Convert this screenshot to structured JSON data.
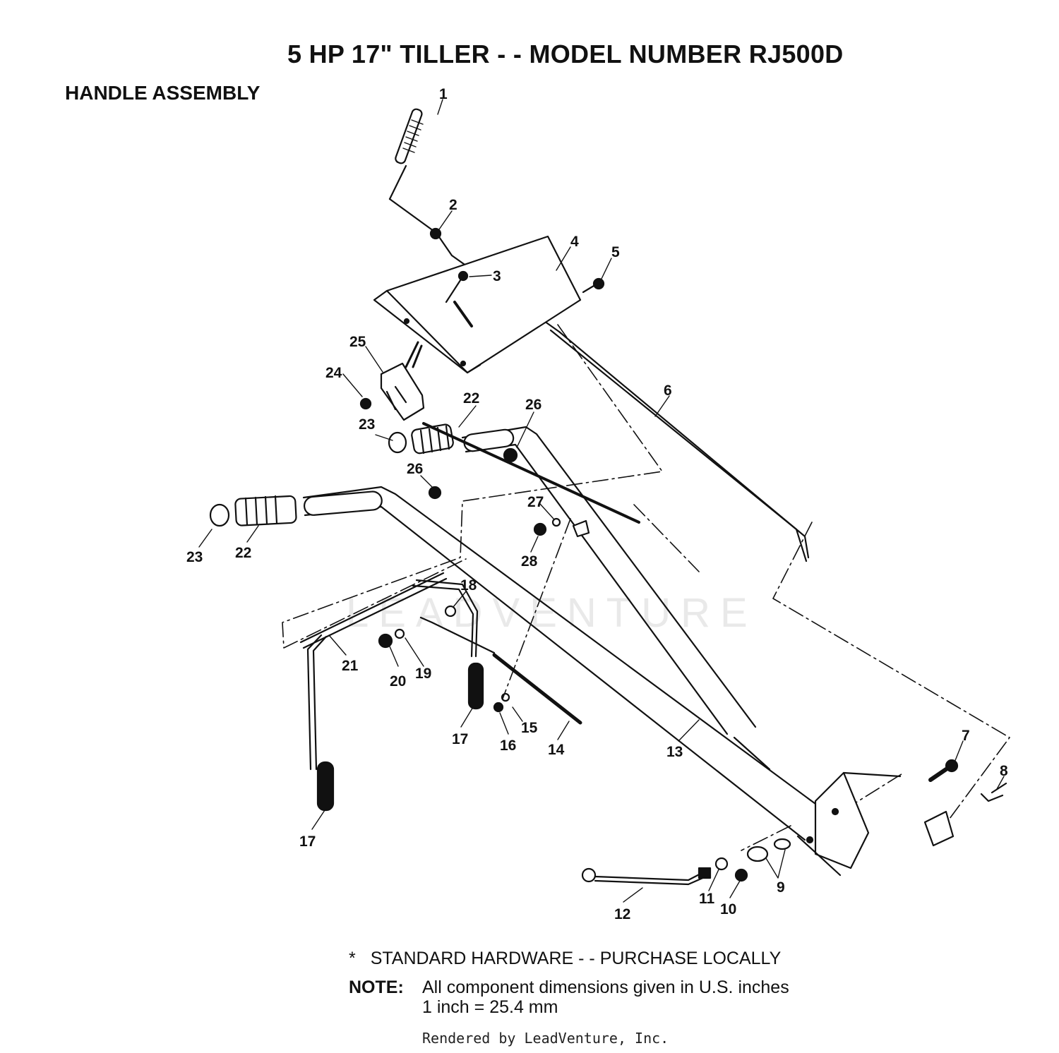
{
  "title": "5 HP 17\" TILLER - - MODEL NUMBER RJ500D",
  "section": "HANDLE ASSEMBLY",
  "watermark": "LEADVENTURE",
  "callouts": [
    {
      "id": "c1",
      "text": "1"
    },
    {
      "id": "c2",
      "text": "2"
    },
    {
      "id": "c3",
      "text": "3"
    },
    {
      "id": "c4",
      "text": "4"
    },
    {
      "id": "c5",
      "text": "5"
    },
    {
      "id": "c6",
      "text": "6"
    },
    {
      "id": "c7",
      "text": "7"
    },
    {
      "id": "c8",
      "text": "8"
    },
    {
      "id": "c9",
      "text": "9"
    },
    {
      "id": "c10",
      "text": "10"
    },
    {
      "id": "c11",
      "text": "11"
    },
    {
      "id": "c12",
      "text": "12"
    },
    {
      "id": "c13",
      "text": "13"
    },
    {
      "id": "c14",
      "text": "14"
    },
    {
      "id": "c15",
      "text": "15"
    },
    {
      "id": "c16",
      "text": "16"
    },
    {
      "id": "c17a",
      "text": "17"
    },
    {
      "id": "c17b",
      "text": "17"
    },
    {
      "id": "c18",
      "text": "18"
    },
    {
      "id": "c19",
      "text": "19"
    },
    {
      "id": "c20",
      "text": "20"
    },
    {
      "id": "c21",
      "text": "21"
    },
    {
      "id": "c22a",
      "text": "22"
    },
    {
      "id": "c22b",
      "text": "22"
    },
    {
      "id": "c23a",
      "text": "23"
    },
    {
      "id": "c23b",
      "text": "23"
    },
    {
      "id": "c24",
      "text": "24"
    },
    {
      "id": "c25",
      "text": "25"
    },
    {
      "id": "c26a",
      "text": "26"
    },
    {
      "id": "c26b",
      "text": "26"
    },
    {
      "id": "c27",
      "text": "27"
    },
    {
      "id": "c28",
      "text": "28"
    }
  ],
  "notes": {
    "standard_star": "*",
    "standard_text": "STANDARD HARDWARE - - PURCHASE LOCALLY",
    "note_label": "NOTE:",
    "note_line1": "All component dimensions given in U.S. inches",
    "note_line2": "1 inch = 25.4 mm"
  },
  "footer": "Rendered by LeadVenture, Inc."
}
